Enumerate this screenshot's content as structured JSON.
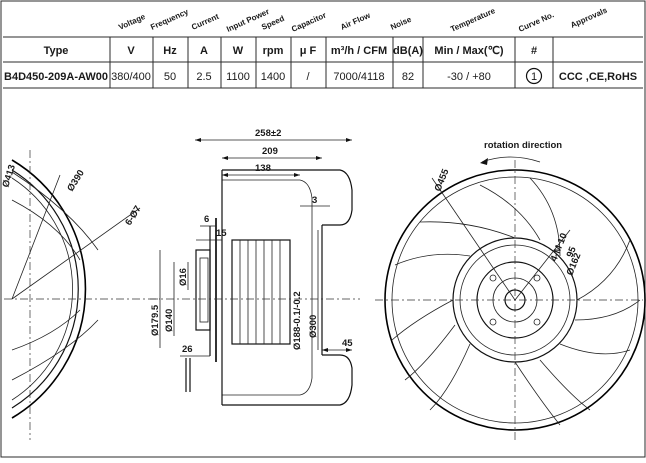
{
  "table": {
    "headers": [
      "Voltage",
      "Frequency",
      "Current",
      "Input Power",
      "Speed",
      "Capacitor",
      "Air Flow",
      "Noise",
      "Temperature",
      "Curve No.",
      "Approvals"
    ],
    "units": {
      "type": "Type",
      "voltage": "V",
      "frequency": "Hz",
      "current": "A",
      "power": "W",
      "speed": "rpm",
      "capacitor": "μ F",
      "airflow": "m³/h / CFM",
      "noise": "dB(A)",
      "temperature": "Min / Max(℃)",
      "curve": "#"
    },
    "row": {
      "type": "B4D450-209A-AW00",
      "voltage": "380/400",
      "frequency": "50",
      "current": "2.5",
      "power": "1100",
      "speed": "1400",
      "capacitor": "/",
      "airflow": "7000/4118",
      "noise": "82",
      "temperature": "-30 / +80",
      "curve": "1",
      "approvals": "CCC ,CE,RoHS"
    }
  },
  "dimensions": {
    "left_view": {
      "d413": "Ø413",
      "d390": "Ø390",
      "d6_7": "6-Ø7"
    },
    "side_view": {
      "overall": "258±2",
      "d209": "209",
      "d138": "138",
      "d3": "3",
      "d6": "6",
      "d15": "15",
      "d16": "Ø16",
      "d179": "Ø179.5",
      "d140": "Ø140",
      "d26": "26",
      "d188": "Ø188-0.1/-0.2",
      "d300": "Ø300",
      "d45": "45"
    },
    "front_view": {
      "rotation": "rotation direction",
      "d455": "Ø455",
      "m10": "4-M 10",
      "d95": "95",
      "d162": "Ø162"
    }
  }
}
